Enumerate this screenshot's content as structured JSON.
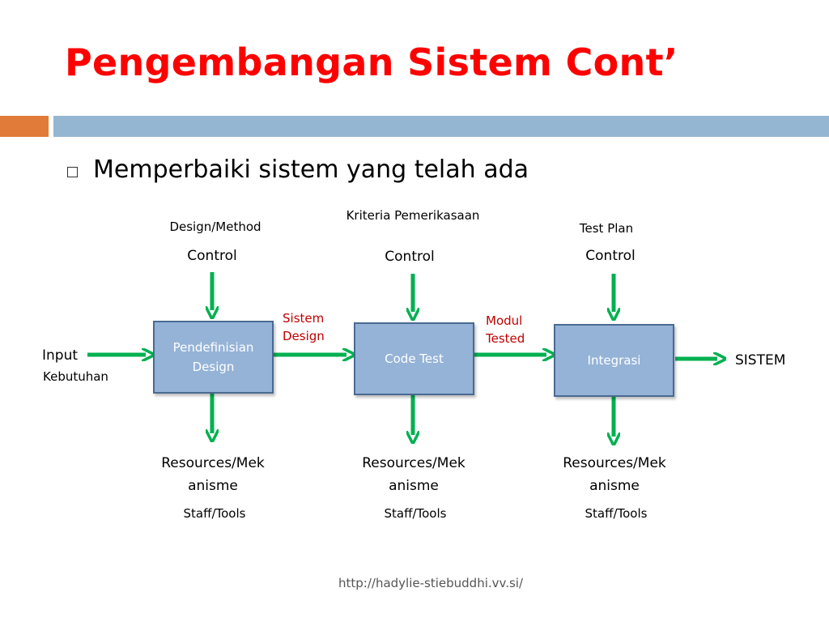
{
  "slide": {
    "title": "Pengembangan Sistem Cont’",
    "bullet": "Memperbaiki sistem yang telah ada",
    "footer": "http://hadylie-stiebuddhi.vv.si/"
  },
  "diagram": {
    "input": {
      "line1": "Input",
      "line2": "Kebutuhan"
    },
    "output": "SISTEM",
    "processes": [
      {
        "name": "Pendefinisian Design",
        "control_caption": "Design/Method",
        "control_label": "Control",
        "resources_line1": "Resources/Mek",
        "resources_line2": "anisme",
        "staff": "Staff/Tools"
      },
      {
        "name": "Code Test",
        "control_caption": "Kriteria Pemerikasaan",
        "control_label": "Control",
        "resources_line1": "Resources/Mek",
        "resources_line2": "anisme",
        "staff": "Staff/Tools"
      },
      {
        "name": "Integrasi",
        "control_caption": "Test Plan",
        "control_label": "Control",
        "resources_line1": "Resources/Mek",
        "resources_line2": "anisme",
        "staff": "Staff/Tools"
      }
    ],
    "flows": [
      {
        "line1": "Sistem",
        "line2": "Design"
      },
      {
        "line1": "Modul",
        "line2": "Tested"
      }
    ],
    "colors": {
      "arrow": "#00b050",
      "process_fill": "#95b3d7",
      "process_border": "#4a6a92",
      "flow_label": "#c00000",
      "title": "#ff0000"
    }
  }
}
